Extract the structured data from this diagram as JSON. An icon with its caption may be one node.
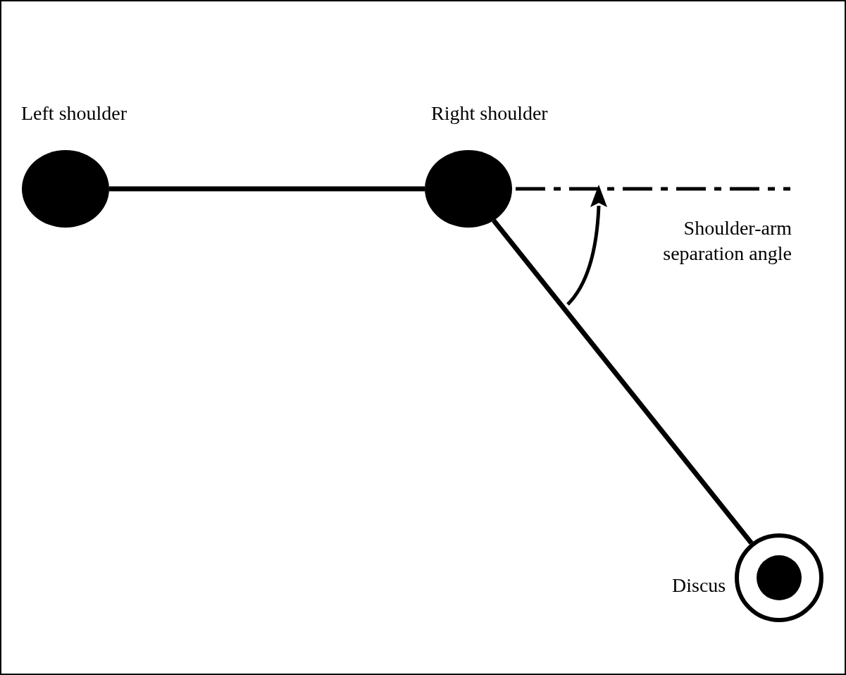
{
  "diagram": {
    "nodes": [
      {
        "text": [
          "Left shoulder"
        ]
      },
      {
        "text": [
          "Right shoulder"
        ]
      },
      {
        "text": [
          "Discus"
        ]
      }
    ],
    "edges": [
      {
        "from": 0,
        "to": 1,
        "arrow": "none"
      },
      {
        "from": 1,
        "to": 2,
        "arrow": "none"
      }
    ],
    "labels": [
      "Shoulder-arm separation angle"
    ]
  }
}
